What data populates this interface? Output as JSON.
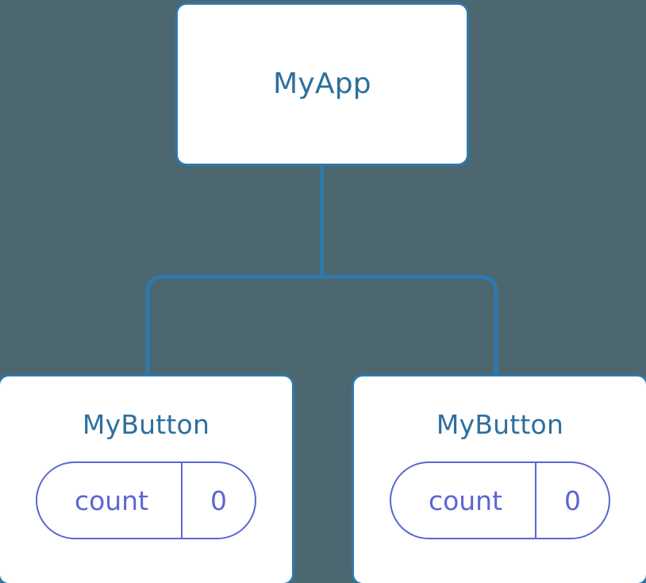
{
  "diagram": {
    "type": "component-tree",
    "background_color": "#4c6770",
    "node_border_color": "#2f79ad",
    "node_text_color": "#2d6f9e",
    "connector_color": "#2f79ad",
    "state_pill_color": "#5c66d2",
    "root": {
      "label": "MyApp"
    },
    "children": [
      {
        "label": "MyButton",
        "state": {
          "key": "count",
          "value": "0"
        }
      },
      {
        "label": "MyButton",
        "state": {
          "key": "count",
          "value": "0"
        }
      }
    ]
  }
}
